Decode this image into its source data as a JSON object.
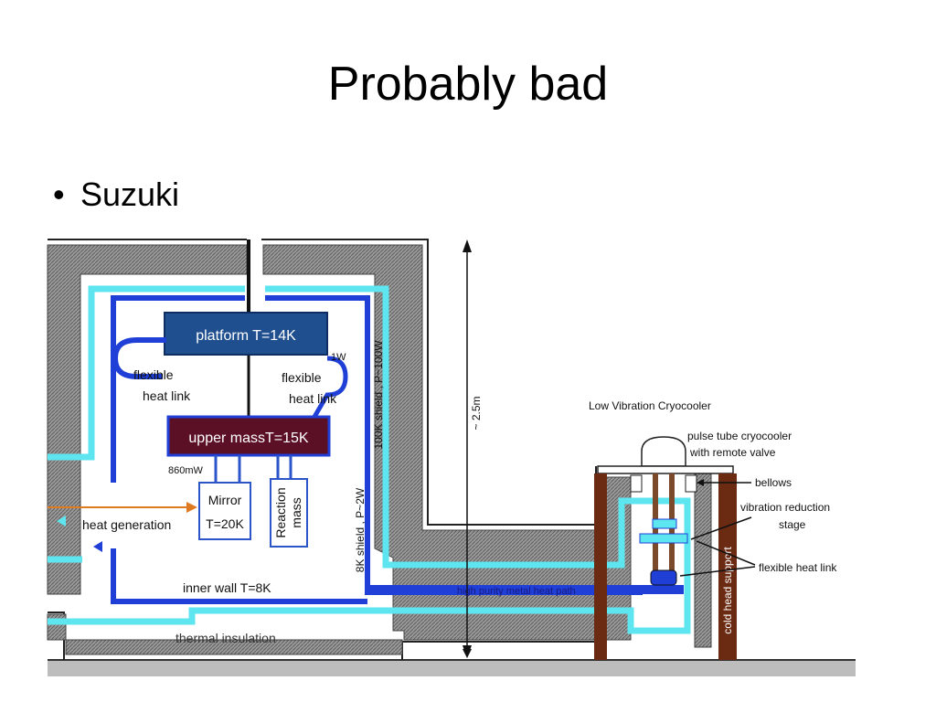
{
  "slide": {
    "title": "Probably bad",
    "bullet": "Suzuki"
  },
  "diagram": {
    "platform_label": "platform T=14K",
    "upper_mass_label": "upper massT=15K",
    "flex_link_left_1": "flexible",
    "flex_link_left_2": "heat link",
    "flex_link_right_1": "flexible",
    "flex_link_right_2": "heat link",
    "power_1w": "1W",
    "power_860mw": "860mW",
    "mirror_1": "Mirror",
    "mirror_2": "T=20K",
    "reaction_1": "Reaction",
    "reaction_2": "mass",
    "heat_generation": "heat generation",
    "inner_wall": "inner wall  T=8K",
    "thermal_insulation": "thermal insulation",
    "shield_100k": "100K shield , P~100W",
    "shield_8k": "8K shield , P~2W",
    "height": "~ 2.5m",
    "cryocooler_title": "Low Vibration Cryocooler",
    "pulse_tube_1": "pulse tube cryocooler",
    "pulse_tube_2": "with remote valve",
    "bellows": "bellows",
    "vibration_1": "vibration reduction",
    "vibration_2": "stage",
    "flex_link_cc": "flexible heat link",
    "metal_path": "high purity metal heat path",
    "cold_head_support": "cold head support",
    "colors": {
      "insulation": "#8a8a8a",
      "shield_100k": "#5ee6f0",
      "shield_8k": "#1f3fd6",
      "platform_fill": "#1f4f8f",
      "upper_mass_fill": "#5c1026",
      "mirror_stroke": "#2b55c8",
      "support": "#6b2a12",
      "heat_arrow": "#e07a20"
    }
  }
}
